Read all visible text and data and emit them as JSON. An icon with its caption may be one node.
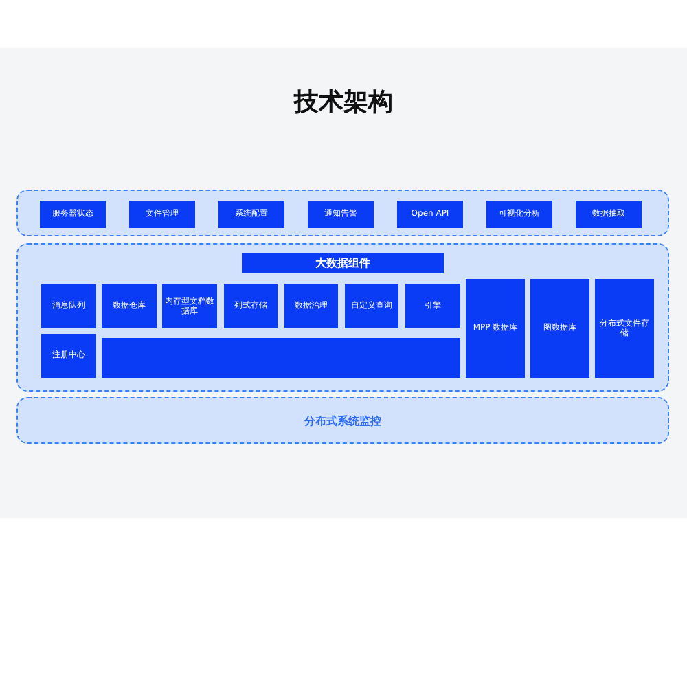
{
  "diagram": {
    "title": "技术架构",
    "nodes": [
      {
        "text": [],
        "shape": "box"
      },
      {
        "text": [
          "服务器状态"
        ],
        "in": 0
      },
      {
        "text": [
          "文件管理"
        ],
        "in": 0
      },
      {
        "text": [
          "系统配置"
        ],
        "in": 0
      },
      {
        "text": [
          "通知告警"
        ],
        "in": 0
      },
      {
        "text": [
          "Open API"
        ],
        "in": 0
      },
      {
        "text": [
          "可视化分析"
        ],
        "in": 0
      },
      {
        "text": [
          "数据抽取"
        ],
        "in": 0
      },
      {
        "text": [],
        "shape": "box"
      },
      {
        "text": [
          "大数据组件"
        ],
        "in": 8
      },
      {
        "text": [
          "消息队列"
        ],
        "in": 8
      },
      {
        "text": [
          "数据仓库"
        ],
        "in": 8
      },
      {
        "text": [
          "内存型文档数据库"
        ],
        "in": 8
      },
      {
        "text": [
          "列式存储"
        ],
        "in": 8
      },
      {
        "text": [
          "数据治理"
        ],
        "in": 8
      },
      {
        "text": [
          "自定义查询"
        ],
        "in": 8
      },
      {
        "text": [
          "引擎"
        ],
        "in": 8
      },
      {
        "text": [
          "注册中心"
        ],
        "in": 8
      },
      {
        "text": [],
        "shape": "box",
        "in": 8
      },
      {
        "text": [
          "MPP 数据库"
        ],
        "in": 8
      },
      {
        "text": [
          "图数据库"
        ],
        "in": 8
      },
      {
        "text": [
          "分布式文件存储"
        ],
        "in": 8
      },
      {
        "text": [
          "分布式系统监控"
        ]
      }
    ],
    "edges": []
  }
}
